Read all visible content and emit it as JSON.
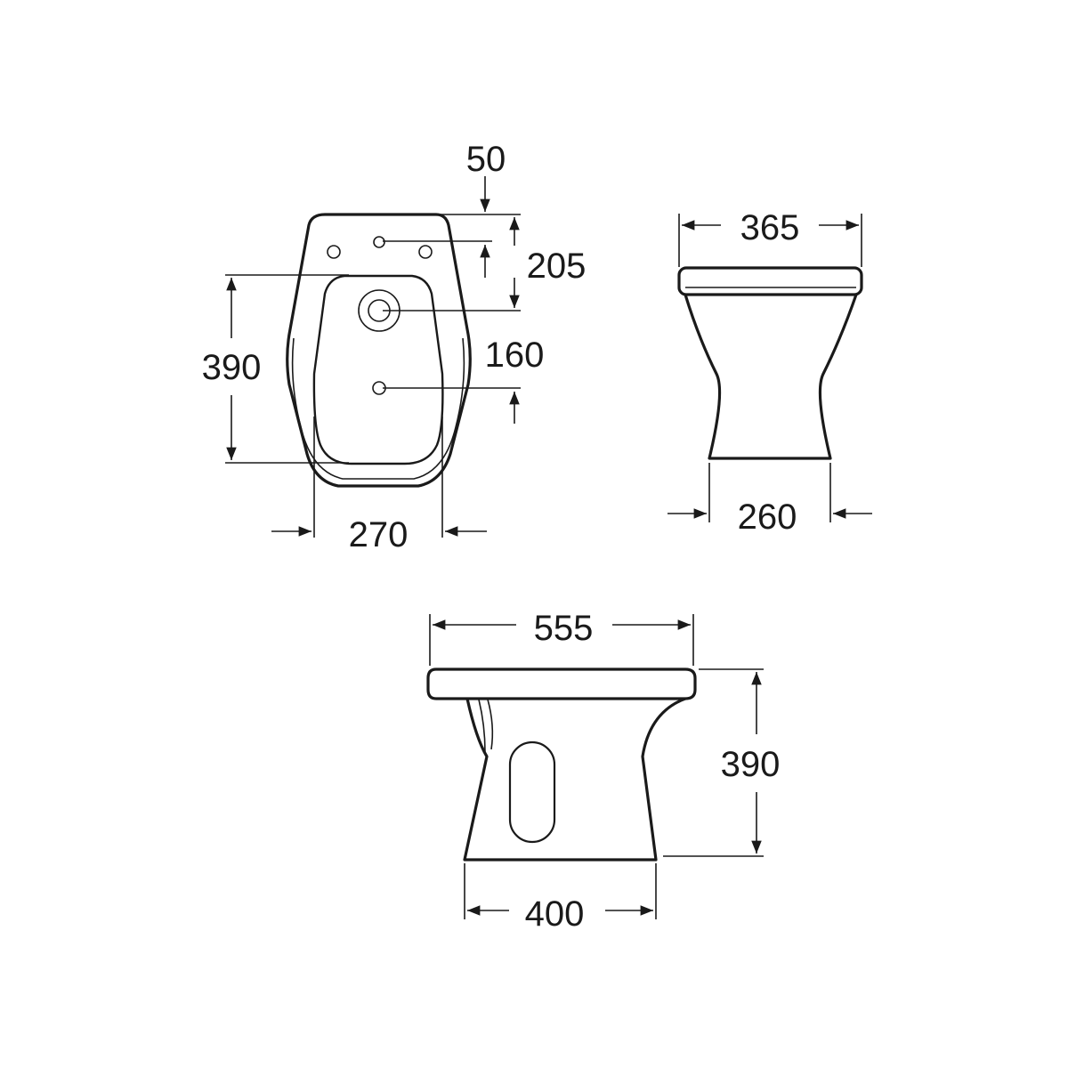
{
  "top_view": {
    "dims": {
      "top_offset": "50",
      "hole_to_drain": "205",
      "drain_to_hole": "160",
      "basin_length": "390",
      "basin_width": "270"
    }
  },
  "front_view": {
    "dims": {
      "top_width": "365",
      "base_width": "260"
    }
  },
  "side_view": {
    "dims": {
      "length": "555",
      "height": "390",
      "base_length": "400"
    }
  },
  "colors": {
    "line": "#1a1a1a",
    "background": "#ffffff"
  }
}
